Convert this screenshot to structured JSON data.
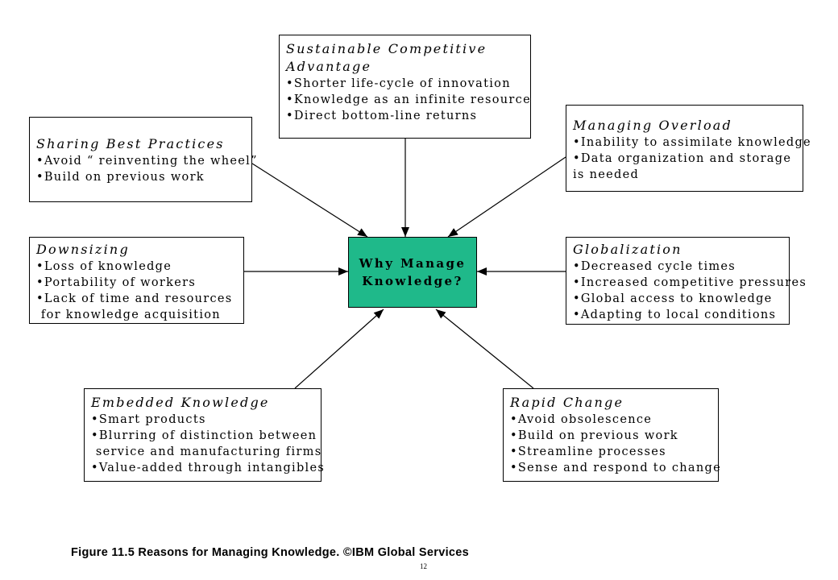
{
  "center": {
    "line1": "Why Manage",
    "line2": "Knowledge?"
  },
  "boxes": {
    "sustainable": {
      "title_line1": "Sustainable Competitive",
      "title_line2": "Advantage",
      "items": [
        "•Shorter life-cycle of innovation",
        "•Knowledge as an infinite resource",
        "•Direct bottom-line returns"
      ]
    },
    "sharing": {
      "title": "Sharing Best Practices",
      "items": [
        "•Avoid “ reinventing the wheel”",
        "•Build on previous work"
      ]
    },
    "overload": {
      "title": "Managing Overload",
      "items": [
        "•Inability to assimilate knowledge",
        "•Data organization and storage",
        "is needed"
      ]
    },
    "downsizing": {
      "title": "Downsizing",
      "items": [
        "•Loss of knowledge",
        "•Portability of workers",
        "•Lack of time and resources",
        " for knowledge acquisition"
      ]
    },
    "globalization": {
      "title": "Globalization",
      "items": [
        "•Decreased cycle times",
        "•Increased competitive pressures",
        "•Global access to knowledge",
        "•Adapting to local conditions"
      ]
    },
    "embedded": {
      "title": "Embedded Knowledge",
      "items": [
        "•Smart products",
        "•Blurring of distinction between",
        " service and manufacturing firms",
        "•Value-added through intangibles"
      ]
    },
    "rapid": {
      "title": "Rapid Change",
      "items": [
        "•Avoid obsolescence",
        "•Build on previous work",
        "•Streamline processes",
        "•Sense and respond to change"
      ]
    }
  },
  "caption": "Figure 11.5 Reasons for Managing Knowledge. ©IBM Global Services",
  "page_number": "12",
  "colors": {
    "center_fill": "#1fb98a",
    "line": "#000000"
  }
}
